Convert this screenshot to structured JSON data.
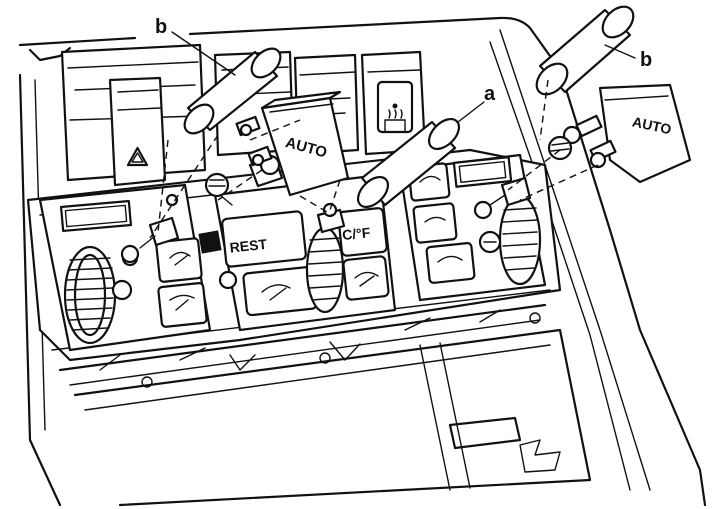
{
  "callouts": {
    "b_left": "b",
    "b_right": "b",
    "a": "a"
  },
  "button_labels": {
    "auto_center": "AUTO",
    "auto_right": "AUTO",
    "rest": "REST",
    "cf": "C/°F"
  },
  "icons": [
    "hazard-triangle-icon",
    "rear-defrost-icon",
    "air-distribution-icon",
    "fan-icon"
  ]
}
